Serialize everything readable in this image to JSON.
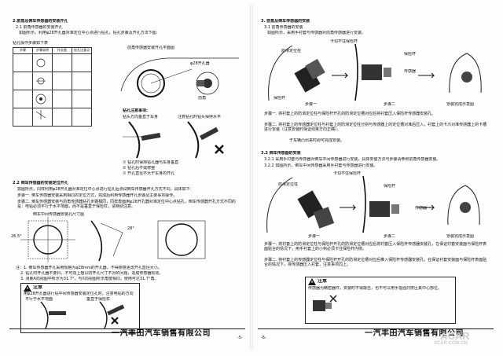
{
  "left": {
    "sec2": "2.前角及倒车传感器的安装开孔",
    "sec21": "2.1 前角传感器的安装开孔",
    "p1": "如图所示，利用φ28开孔器对准定位中心点进行钻孔，钻孔步骤及开孔方法下图:",
    "drill_table_title": "钻孔操作步骤如下表",
    "drill_table_headers": [
      "步骤",
      "步骤说明",
      "作业图",
      "钻孔注意点"
    ],
    "diagram_title": "前角传感器安装开孔平面图",
    "label_hole": "φ28开孔器",
    "label_front": "前角",
    "note_title": "钻孔注意事项:",
    "note1": "钻头方向垂直于车身",
    "note2": "注意钻孔时钻头保持水平",
    "note3": "① 钻孔时保持钻孔器与车身垂直",
    "note4": "② 钻孔后不需修整",
    "note5": "① 开孔直径不大于车身的开孔",
    "sec22": "2.2 倒车传感器的安装定位开孔",
    "p2": "如图所示，同样利用φ28开孔器对准定位中心点进行钻孔后测试倒车传感器开孔方式不同，具体如下:",
    "step1": "步骤一. 倒车传感器安装采用相同的定位方式，完成后利用传感器开孔步骤及主要事项操作。",
    "step2": "步骤二. 倒车传感器安装与前角传感器钻孔步骤相同，同样表面用φ28开孔器对准定位中心点钻孔，倒车传感器开孔方式不同的是：电钻必须平行于水平地面，而不是垂直于保险杠，请特别注意。",
    "diagram2_title": "倒车中间传感器安装孔尺寸图",
    "dim1": "26.5°",
    "dim2": "28°",
    "note6": "注：1. 倒车传感器开孔采用规格为φ28mm的开孔器，不得随意更改开孔直径大小。",
    "note7": "2. 钻孔时开孔器不要抖，不可向上翘以防开孔尺寸不对的问题，造成传感器松动。",
    "note8": "3. 测量A向视图中所示为31.7°，与X向视图所示角度相同，使用可达31.7°角。",
    "caution_title": "注意",
    "caution1": "用φ28开孔器进行钻中间传感器安装定位孔时，注意电钻的方向",
    "caution2": "平行于水平地面",
    "caution3": "垂直于保险杠",
    "company": "一汽丰田汽车销售有限公司",
    "page_no": "-5-"
  },
  "right": {
    "sec3": "3. 前角及倒车传感器的安装",
    "sec31": "3.1 前角传感器的安装",
    "p1": "如图所示，采用手衬套与传感器对前角传感器进行安装。",
    "label_a": "卡勾不住保险杆",
    "label_b": "保险杆",
    "label_c": "防滑定位柱",
    "label_d": "传感器",
    "label_e": "保险杆",
    "step1_caption": "步骤一",
    "step2_caption": "步骤二",
    "done_caption": "安装完成示意图",
    "s1": "步骤一. 将衬套上的防滑定位柱与保险杆开孔的防滑定位槽对应后将衬套压入保险杆传感器安装孔。",
    "s2": "步骤二. 将衬套上的传感器定位柱与衬套上的防滑定位柱分别与传感器上的定位槽对准后压入，衬套上的卡爪对准传感器上的卡槽进行安装（注意安装时保证线束方向正确）。",
    "s2b": "于车辆凸出来时即可完成安装。",
    "sec32": "3.2 倒车传感器的安装",
    "p2": "3.2.1 采用手衬套与传感器对倒车中间传感器进行安装，具体安装方法与步骤请参照前角传感器安装。",
    "p3": "3.2.2 如图所示，倒车中间传感器采用手衬套与传感器进行安装。",
    "label_f": "卡勾不住保险杆",
    "label_g": "防滑定位柱",
    "label_h": "保险杆",
    "label_i": "传感器",
    "step1b_caption": "步骤一",
    "step2b_caption": "步骤二",
    "doneb_caption": "安装完成示意图",
    "s3": "步骤一. 将衬套上的防滑定位柱与保险杆开孔的防滑定位槽对应后将衬套压入保险杆传感器安装孔，在保证衬套安装面与保险杆表面贴合的情况下，用手衬套上的小钩必须卡住保险杆内侧。",
    "s4": "步骤二. 将衬套上的传感器定位柱与保险杆开孔的防滑定位槽对应后推入保险杆传感器安装孔，在保证衬套安装面与保险杆表面贴合的情况下，将传感器压入衬套，注意事项同上。",
    "caution_title": "注意",
    "caution1": "传感器为精密器件，安装时不得敲击，也不可以用手指强烈挤压其中心部位。",
    "company": "一汽丰田汽车销售有限公司",
    "page_no": "-6-"
  }
}
